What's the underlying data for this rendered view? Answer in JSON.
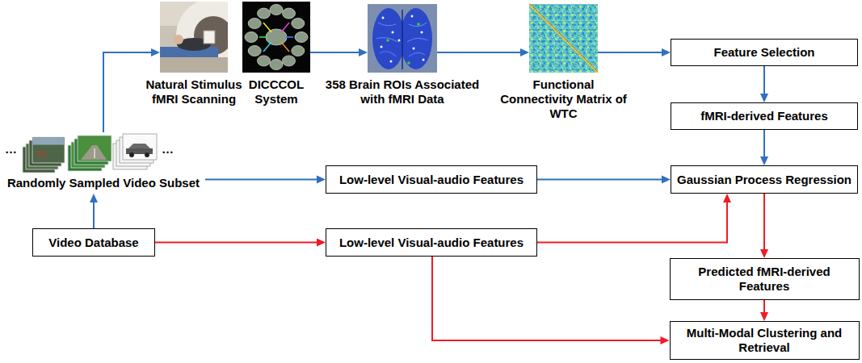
{
  "diagram": {
    "nodes": [
      {
        "text": [
          "Natural Stimulus fMRI Scanning"
        ]
      },
      {
        "text": [
          "DICCCOL System"
        ]
      },
      {
        "text": [
          "358 Brain ROIs Associated with fMRI Data"
        ]
      },
      {
        "text": [
          "Functional Connectivity Matrix of WTC"
        ]
      },
      {
        "text": [
          "Feature Selection"
        ]
      },
      {
        "text": [
          "fMRI-derived Features"
        ]
      },
      {
        "text": [
          "Randomly Sampled Video Subset"
        ]
      },
      {
        "text": [
          "Low-level Visual-audio Features"
        ]
      },
      {
        "text": [
          "Gaussian Process Regression"
        ]
      },
      {
        "text": [
          "Video Database"
        ]
      },
      {
        "text": [
          "Low-level Visual-audio Features"
        ]
      },
      {
        "text": [
          "Predicted fMRI-derived Features"
        ]
      },
      {
        "text": [
          "Multi-Modal Clustering and Retrieval"
        ]
      }
    ],
    "edges": [
      {
        "from": 6,
        "to": 0,
        "arrow": "to"
      },
      {
        "from": 1,
        "to": 2,
        "arrow": "to"
      },
      {
        "from": 2,
        "to": 3,
        "arrow": "to"
      },
      {
        "from": 3,
        "to": 4,
        "arrow": "to"
      },
      {
        "from": 4,
        "to": 5,
        "arrow": "to"
      },
      {
        "from": 5,
        "to": 8,
        "arrow": "to"
      },
      {
        "from": 6,
        "to": 7,
        "arrow": "to"
      },
      {
        "from": 7,
        "to": 8,
        "arrow": "to"
      },
      {
        "from": 9,
        "to": 6,
        "arrow": "to"
      },
      {
        "from": 9,
        "to": 10,
        "arrow": "to"
      },
      {
        "from": 10,
        "to": 8,
        "arrow": "to"
      },
      {
        "from": 8,
        "to": 11,
        "arrow": "to"
      },
      {
        "from": 11,
        "to": 12,
        "arrow": "to"
      },
      {
        "from": 10,
        "to": 12,
        "arrow": "to"
      }
    ],
    "labels": [
      "…",
      "…"
    ]
  }
}
